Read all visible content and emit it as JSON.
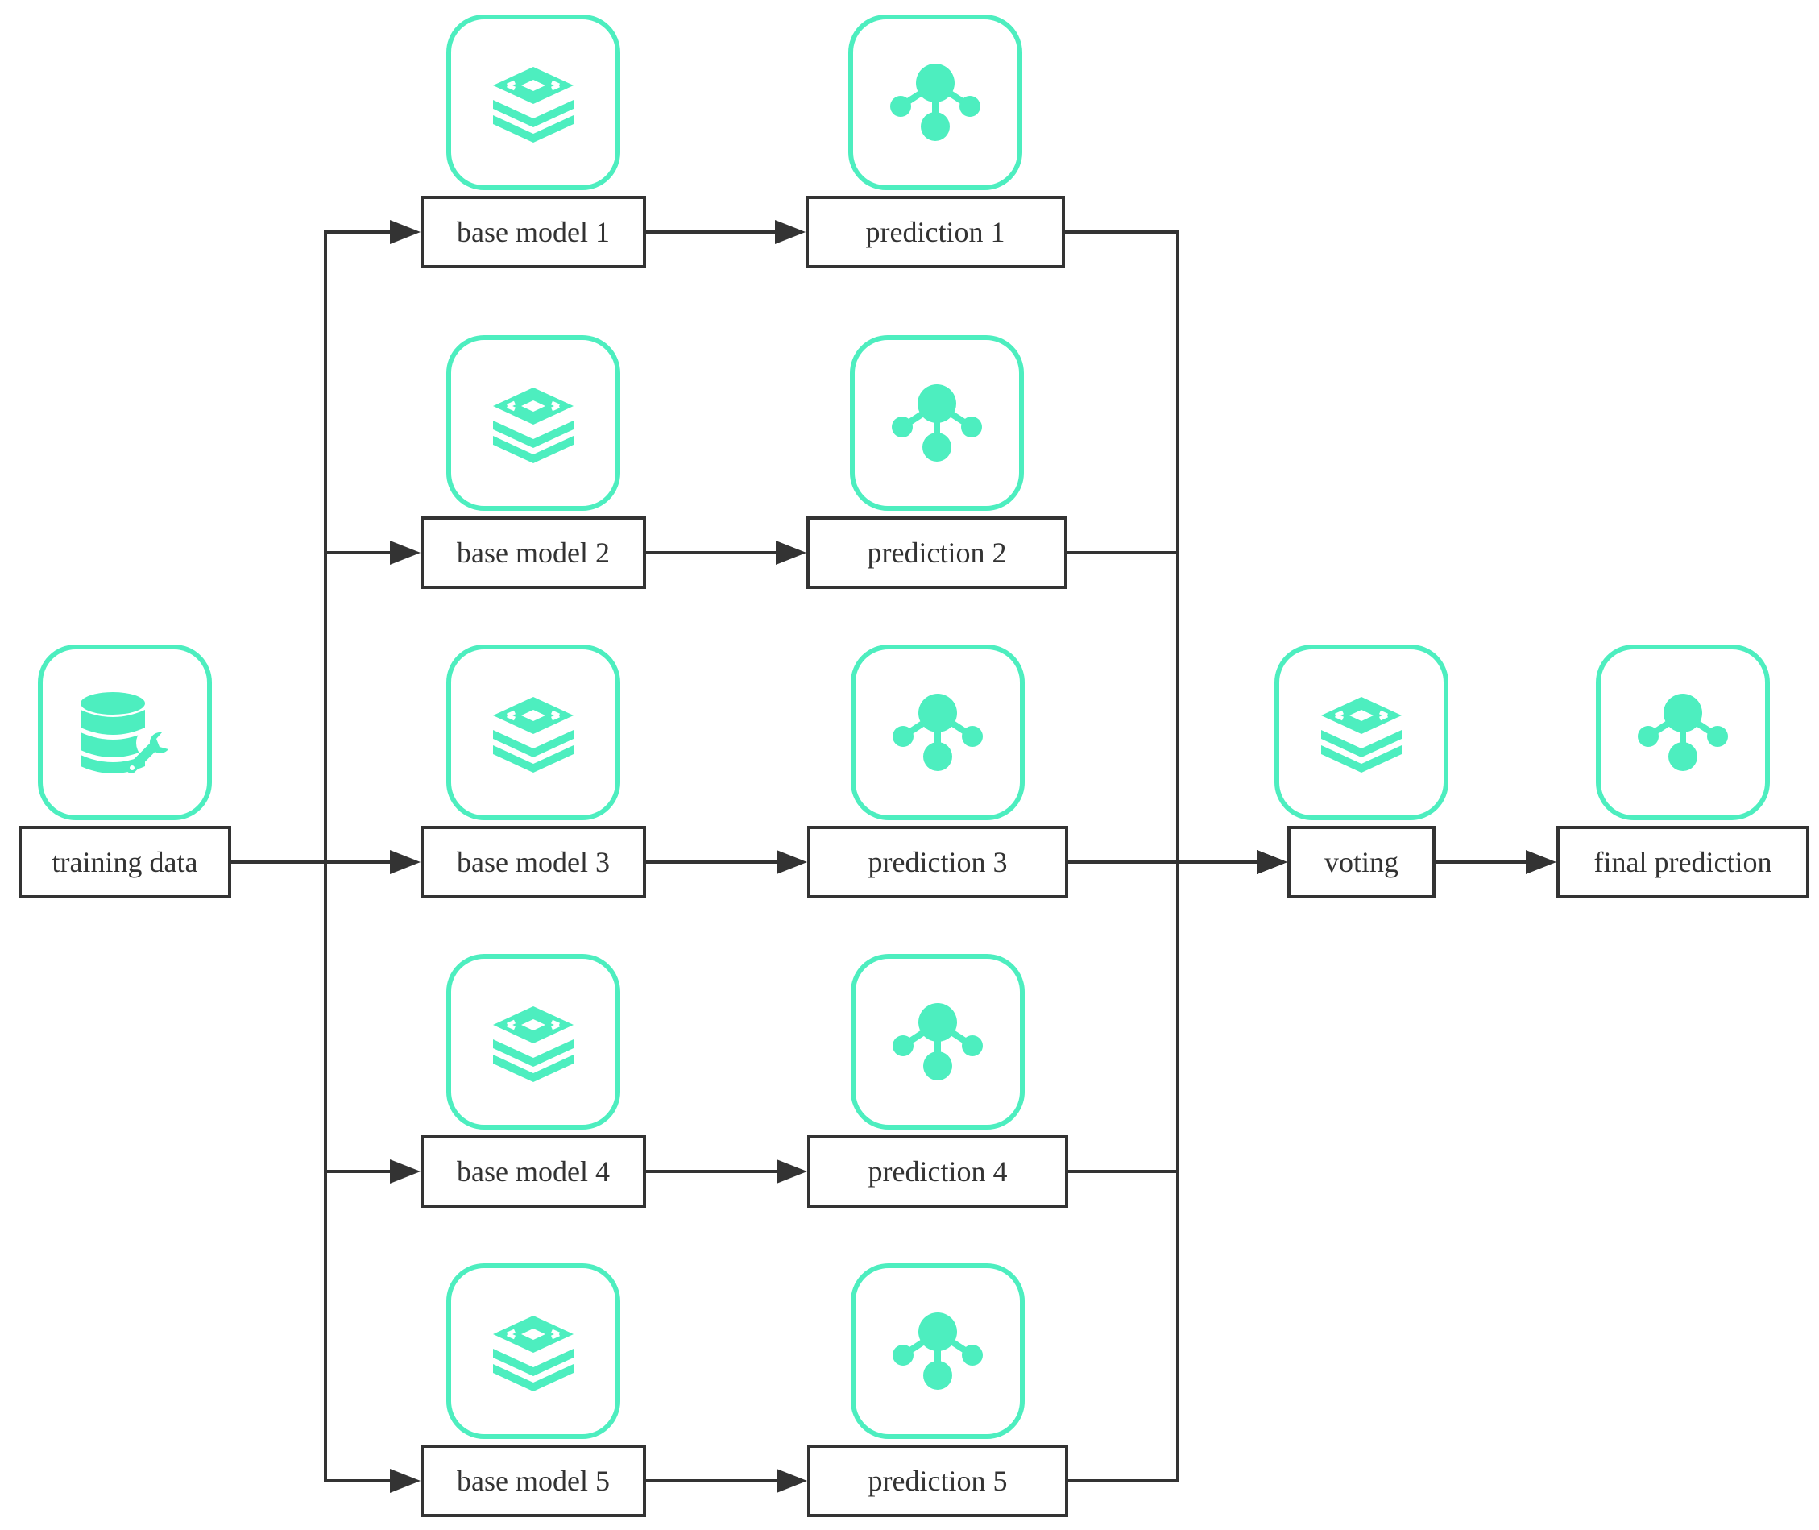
{
  "colors": {
    "accent": "#4deebf",
    "stroke": "#333333",
    "background": "#ffffff"
  },
  "nodes": {
    "training_data": {
      "label": "training data",
      "icon": "database-wrench-icon"
    },
    "base_model_1": {
      "label": "base model 1",
      "icon": "layers-stack-icon"
    },
    "base_model_2": {
      "label": "base model 2",
      "icon": "layers-stack-icon"
    },
    "base_model_3": {
      "label": "base model 3",
      "icon": "layers-stack-icon"
    },
    "base_model_4": {
      "label": "base model 4",
      "icon": "layers-stack-icon"
    },
    "base_model_5": {
      "label": "base model 5",
      "icon": "layers-stack-icon"
    },
    "prediction_1": {
      "label": "prediction 1",
      "icon": "node-tree-icon"
    },
    "prediction_2": {
      "label": "prediction 2",
      "icon": "node-tree-icon"
    },
    "prediction_3": {
      "label": "prediction 3",
      "icon": "node-tree-icon"
    },
    "prediction_4": {
      "label": "prediction 4",
      "icon": "node-tree-icon"
    },
    "prediction_5": {
      "label": "prediction 5",
      "icon": "node-tree-icon"
    },
    "voting": {
      "label": "voting",
      "icon": "layers-stack-icon"
    },
    "final_prediction": {
      "label": "final prediction",
      "icon": "node-tree-icon"
    }
  },
  "edges": [
    {
      "from": "training data",
      "to": "base model 1"
    },
    {
      "from": "training data",
      "to": "base model 2"
    },
    {
      "from": "training data",
      "to": "base model 3"
    },
    {
      "from": "training data",
      "to": "base model 4"
    },
    {
      "from": "training data",
      "to": "base model 5"
    },
    {
      "from": "base model 1",
      "to": "prediction 1"
    },
    {
      "from": "base model 2",
      "to": "prediction 2"
    },
    {
      "from": "base model 3",
      "to": "prediction 3"
    },
    {
      "from": "base model 4",
      "to": "prediction 4"
    },
    {
      "from": "base model 5",
      "to": "prediction 5"
    },
    {
      "from": "prediction 1",
      "to": "voting"
    },
    {
      "from": "prediction 2",
      "to": "voting"
    },
    {
      "from": "prediction 3",
      "to": "voting"
    },
    {
      "from": "prediction 4",
      "to": "voting"
    },
    {
      "from": "prediction 5",
      "to": "voting"
    },
    {
      "from": "voting",
      "to": "final prediction"
    }
  ]
}
